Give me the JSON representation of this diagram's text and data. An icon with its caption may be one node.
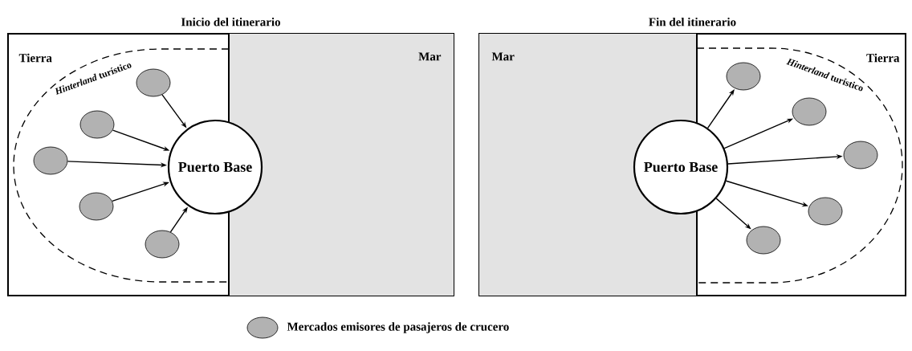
{
  "diagram": {
    "nodes": [
      {
        "text": [
          "Inicio del itinerario"
        ]
      },
      {
        "text": [
          "Mar"
        ],
        "in": 0
      },
      {
        "text": [
          "*Hinterland* turístico"
        ],
        "in": 0
      },
      {
        "text": [
          "Puerto Base"
        ],
        "in": 0
      },
      {
        "text": [],
        "shape": "ellipse",
        "in": 2
      },
      {
        "text": [],
        "shape": "ellipse",
        "in": 2
      },
      {
        "text": [],
        "shape": "ellipse",
        "in": 2
      },
      {
        "text": [],
        "shape": "ellipse",
        "in": 2
      },
      {
        "text": [],
        "shape": "ellipse",
        "in": 2
      },
      {
        "text": [
          "Fin del itinerario"
        ]
      },
      {
        "text": [
          "Mar"
        ],
        "in": 9
      },
      {
        "text": [
          "*Hinterland* turístico"
        ],
        "in": 9
      },
      {
        "text": [
          "Puerto Base"
        ],
        "in": 9
      },
      {
        "text": [],
        "shape": "ellipse",
        "in": 11
      },
      {
        "text": [],
        "shape": "ellipse",
        "in": 11
      },
      {
        "text": [],
        "shape": "ellipse",
        "in": 11
      },
      {
        "text": [],
        "shape": "ellipse",
        "in": 11
      },
      {
        "text": [],
        "shape": "ellipse",
        "in": 11
      }
    ],
    "edges": [
      {
        "from": 4,
        "to": 3,
        "arrow": "to"
      },
      {
        "from": 5,
        "to": 3,
        "arrow": "to"
      },
      {
        "from": 6,
        "to": 3,
        "arrow": "to"
      },
      {
        "from": 7,
        "to": 3,
        "arrow": "to"
      },
      {
        "from": 8,
        "to": 3,
        "arrow": "to"
      },
      {
        "from": 12,
        "to": 13,
        "arrow": "to"
      },
      {
        "from": 12,
        "to": 14,
        "arrow": "to"
      },
      {
        "from": 12,
        "to": 15,
        "arrow": "to"
      },
      {
        "from": 12,
        "to": 16,
        "arrow": "to"
      },
      {
        "from": 12,
        "to": 17,
        "arrow": "to"
      }
    ],
    "labels": [
      "Tierra",
      "Tierra"
    ],
    "legend": [
      {
        "text": "Mercados emisores de pasajeros de crucero"
      }
    ]
  }
}
